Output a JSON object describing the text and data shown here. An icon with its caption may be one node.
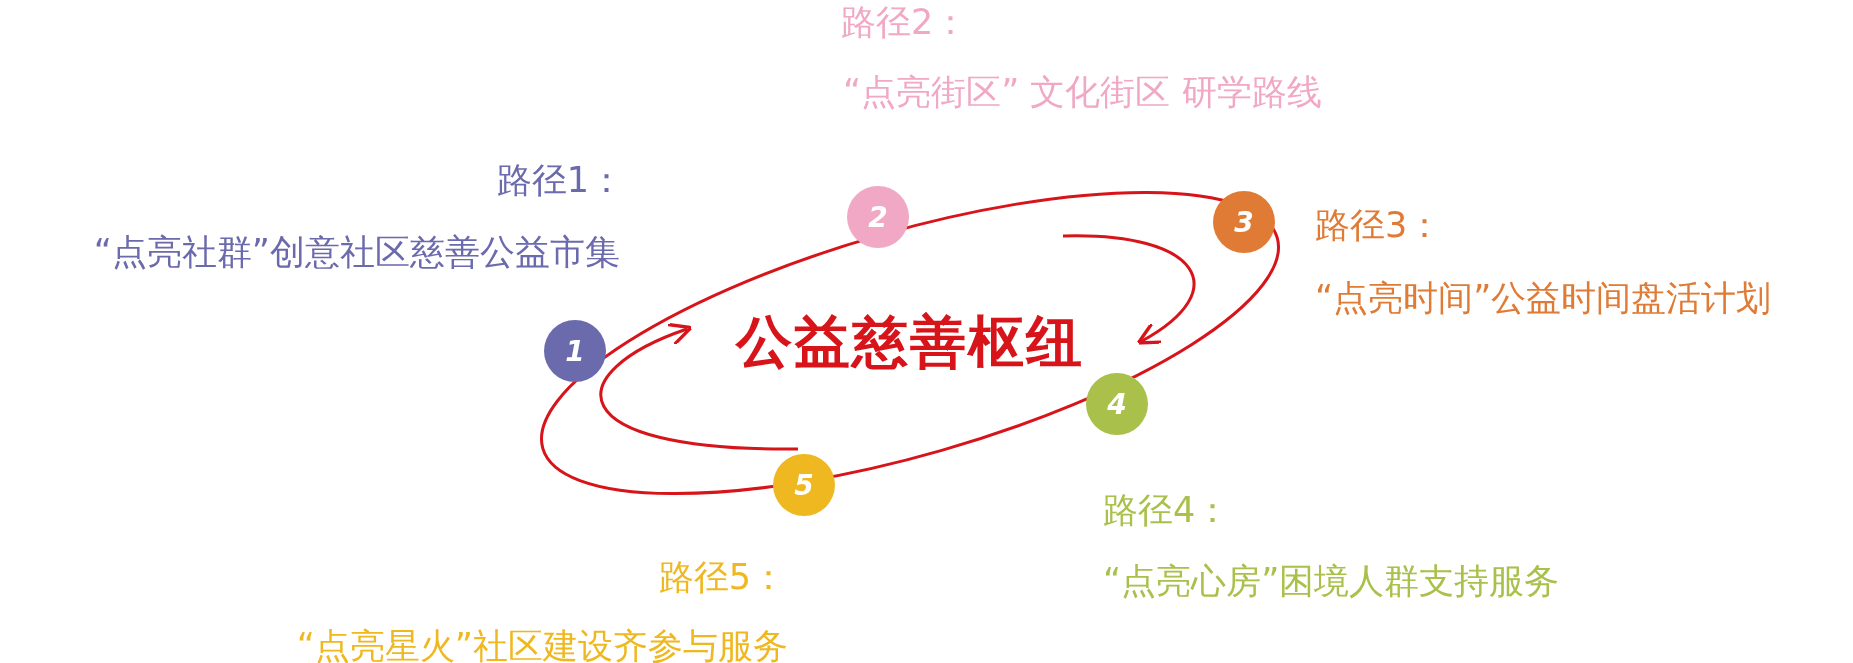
{
  "diagram": {
    "title": "公益慈善枢纽",
    "nodes": [
      {
        "text": [
          "1"
        ],
        "beside": [
          "路径1：",
          "“点亮社群”创意社区慈善公益市集"
        ]
      },
      {
        "text": [
          "2"
        ],
        "beside": [
          "路径2：",
          "“点亮街区” 文化街区 研学路线"
        ]
      },
      {
        "text": [
          "3"
        ],
        "beside": [
          "路径3：",
          "“点亮时间”公益时间盘活计划"
        ]
      },
      {
        "text": [
          "4"
        ],
        "beside": [
          "路径4：",
          "“点亮心房”困境人群支持服务"
        ]
      },
      {
        "text": [
          "5"
        ],
        "beside": [
          "路径5：",
          "“点亮星火”社区建设齐参与服务"
        ]
      }
    ]
  }
}
